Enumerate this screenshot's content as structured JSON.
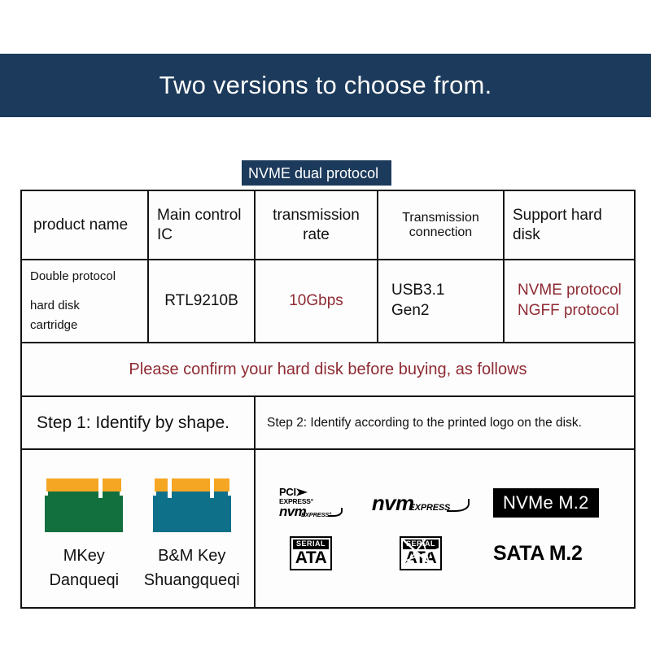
{
  "banner": {
    "title": "Two versions to choose from."
  },
  "protocol_badge": {
    "label": "NVME dual protocol"
  },
  "table": {
    "headers": [
      "product name",
      "Main control IC",
      "transmission rate",
      "Transmission connection",
      "Support hard disk"
    ],
    "row": {
      "product_name_line1": "Double protocol",
      "product_name_line2": "hard disk",
      "product_name_line3": "cartridge",
      "main_control_ic": "RTL9210B",
      "transmission_rate": "10Gbps",
      "transmission_connection_line1": "USB3.1",
      "transmission_connection_line2": "Gen2",
      "support_hard_disk_line1": "NVME protocol",
      "support_hard_disk_line2": "NGFF protocol"
    },
    "notice": "Please confirm your hard disk before buying, as follows",
    "step_one": "Step 1: Identify by shape.",
    "step_two": "Step 2: Identify according to the printed logo on the disk."
  },
  "keys": [
    {
      "name": "mkey",
      "label_line1": "MKey",
      "label_line2": "Danqueqi",
      "color": "#12703f",
      "pin_color": "#f5a623",
      "notches": 1
    },
    {
      "name": "bm-key",
      "label_line1": "B&M Key",
      "label_line2": "Shuangqueqi",
      "color": "#0f7089",
      "pin_color": "#f5a623",
      "notches": 2
    }
  ],
  "logos": {
    "pcie": {
      "word": "PCI",
      "chevron": "➤",
      "sub": "EXPRESS°"
    },
    "nvm_small": {
      "word": "nvm",
      "sub": "EXPRESS°"
    },
    "nvm_big": {
      "word": "nvm",
      "sub": "EXPRESS"
    },
    "nvme_badge": "NVMe M.2",
    "sata_badge": {
      "top": "SERIAL",
      "bottom": "ATA"
    },
    "sata_text": "SATA M.2"
  },
  "colors": {
    "banner_navy": "#1c3a5b",
    "accent_red": "#8e2a33",
    "mkey_green": "#12703f",
    "bmkey_teal": "#0f7089",
    "pin_gold": "#f5a623",
    "border_black": "#121212"
  }
}
